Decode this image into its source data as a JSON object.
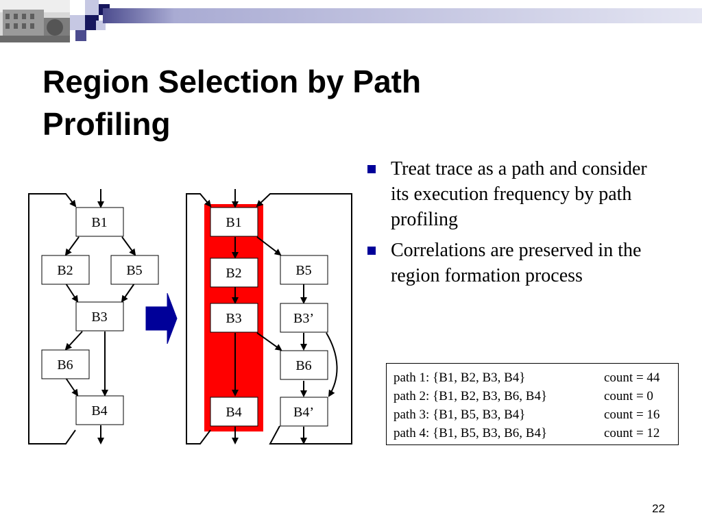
{
  "header": {
    "photo_caption": "campus building photo",
    "bar_color": "#a9abd3",
    "square_colors": [
      "#17175d",
      "#4c4c8e",
      "#c6c8e3"
    ]
  },
  "title": {
    "line1": "Region Selection by Path",
    "line2": "Profiling"
  },
  "diagram_left": {
    "blocks": [
      "B1",
      "B2",
      "B5",
      "B3",
      "B6",
      "B4"
    ]
  },
  "transform_arrow": {
    "color": "#000099"
  },
  "diagram_right": {
    "highlight_color": "#ff0000",
    "blocks": [
      "B1",
      "B2",
      "B5",
      "B3",
      "B3’",
      "B6",
      "B4",
      "B4’"
    ]
  },
  "bullets": [
    "Treat trace as a path and consider its execution frequency by path profiling",
    "Correlations are preserved in the region formation process"
  ],
  "paths": [
    {
      "path": "path 1: {B1, B2, B3, B4}",
      "count": "count = 44"
    },
    {
      "path": "path 2: {B1, B2, B3, B6, B4}",
      "count": "count = 0"
    },
    {
      "path": "path 3: {B1, B5, B3, B4}",
      "count": "count = 16"
    },
    {
      "path": "path 4: {B1, B5, B3, B6, B4}",
      "count": "count = 12"
    }
  ],
  "page_number": "22"
}
